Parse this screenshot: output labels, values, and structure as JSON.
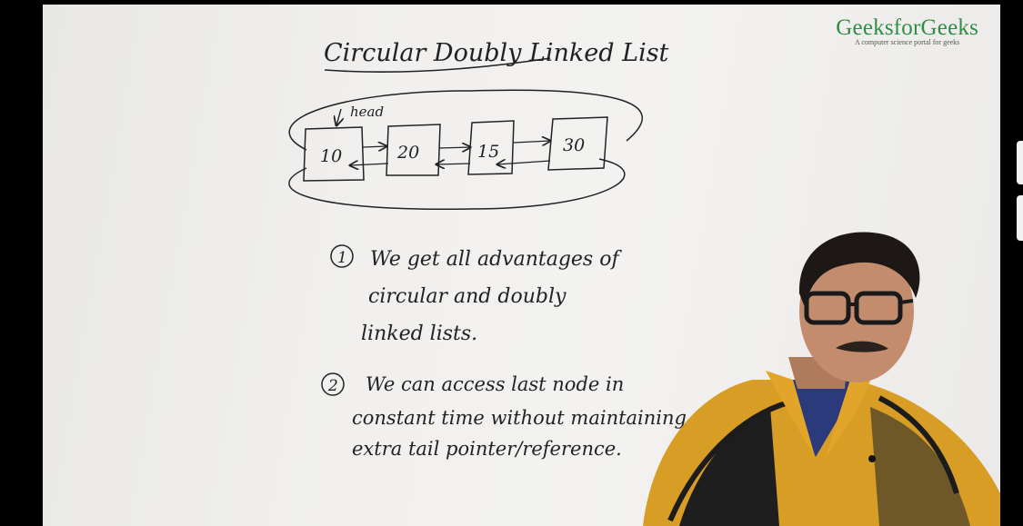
{
  "video": {
    "logo": {
      "name": "GeeksforGeeks",
      "tagline": "A computer science portal for geeks"
    },
    "whiteboard": {
      "title": "Circular Doubly Linked List",
      "head_label": "head",
      "nodes": [
        "10",
        "20",
        "15",
        "30"
      ],
      "points": [
        {
          "number": "1",
          "lines": [
            "We get all advantages of",
            "circular and doubly",
            "linked lists."
          ]
        },
        {
          "number": "2",
          "lines": [
            "We can access last node in",
            "constant time without maintaining",
            "extra tail pointer/reference."
          ]
        }
      ]
    }
  },
  "colors": {
    "logo_green": "#2f8d46",
    "ink": "#222222",
    "board": "#f1f0ee",
    "jacket_yellow": "#e0a62a",
    "jacket_dark": "#1c1c1c"
  }
}
